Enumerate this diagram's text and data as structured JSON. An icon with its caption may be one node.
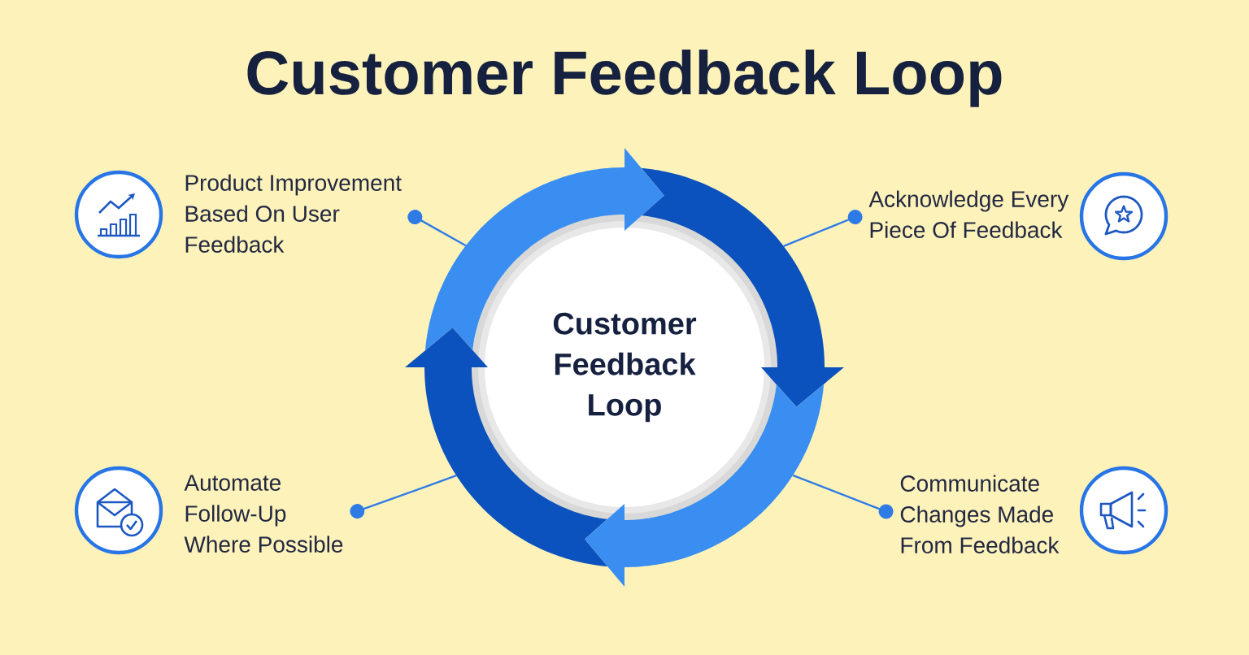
{
  "diagram": {
    "title": "Customer Feedback Loop",
    "nodes": [
      {
        "text": [
          "Customer Feedback Loop"
        ]
      },
      {
        "text": [
          "Product Improvement Based On User Feedback"
        ]
      },
      {
        "text": [
          "Acknowledge Every Piece Of Feedback"
        ]
      },
      {
        "text": [
          "Automate Follow-Up Where Possible"
        ]
      },
      {
        "text": [
          "Communicate Changes Made From Feedback"
        ]
      },
      {
        "text": [],
        "shape": "arrow"
      },
      {
        "text": [],
        "shape": "arrow"
      },
      {
        "text": [],
        "shape": "arrow"
      },
      {
        "text": [],
        "shape": "arrow"
      }
    ],
    "edges": [
      {
        "from": 1,
        "to": 5,
        "arrow": "other"
      },
      {
        "from": 2,
        "to": 6,
        "arrow": "other"
      },
      {
        "from": 3,
        "to": 7,
        "arrow": "other"
      },
      {
        "from": 4,
        "to": 8,
        "arrow": "other"
      }
    ]
  }
}
